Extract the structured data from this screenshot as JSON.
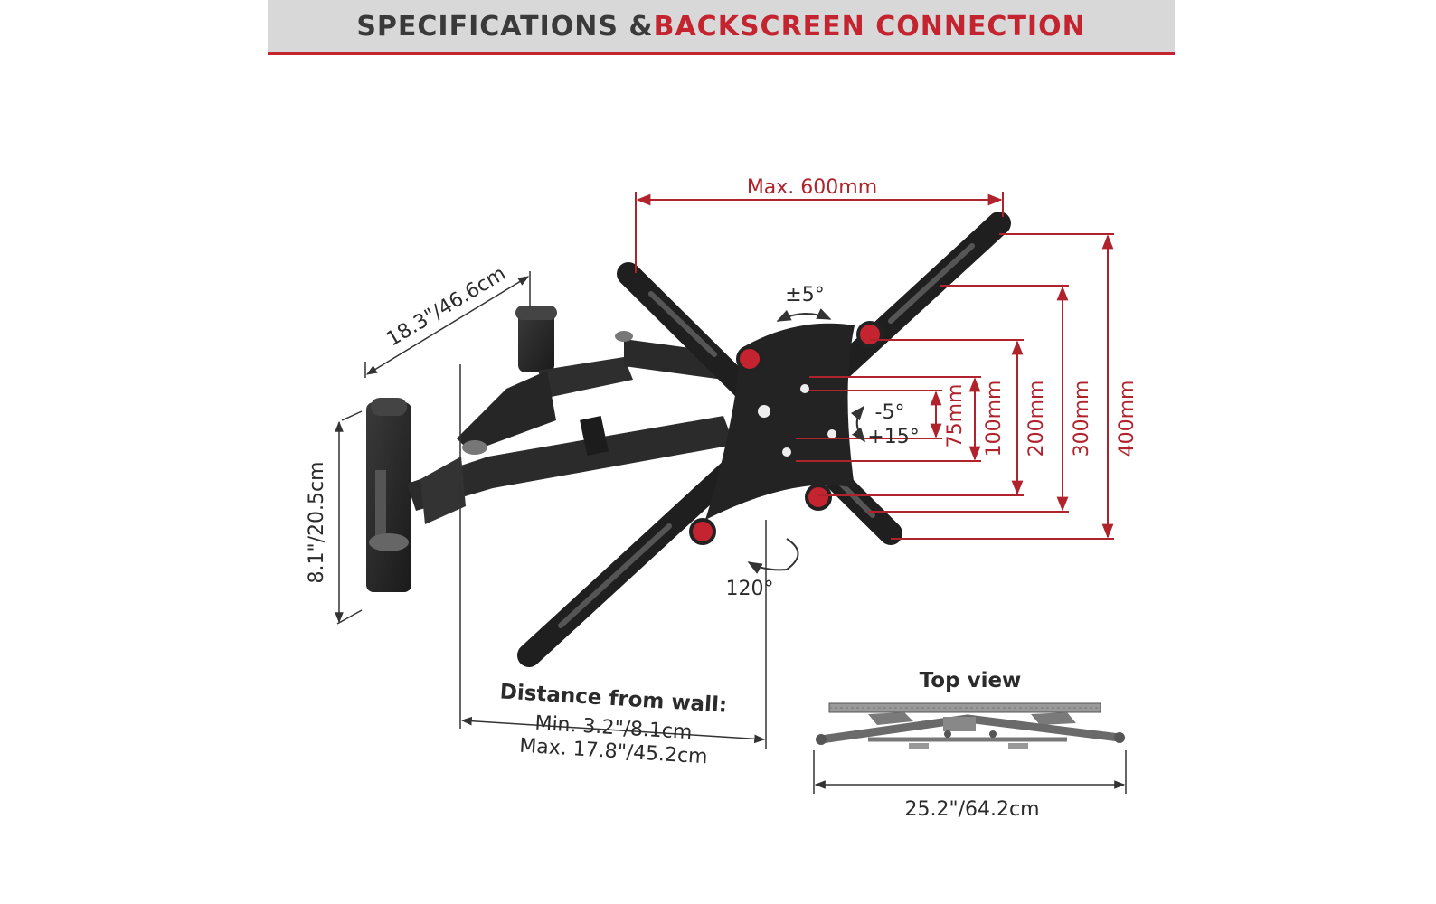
{
  "header": {
    "title_part1": "SPECIFICATIONS & ",
    "title_part2": "BACKSCREEN CONNECTION"
  },
  "labels": {
    "max_width": "Max. 600mm",
    "tilt_swivel": "±5°",
    "tilt_minus": "-5°",
    "tilt_plus": "+15°",
    "vesa_75": "75mm",
    "vesa_100": "100mm",
    "vesa_200": "200mm",
    "vesa_300": "300mm",
    "vesa_400": "400mm",
    "arm_length": "18.3\"/46.6cm",
    "wall_plate_height": "8.1\"/20.5cm",
    "swivel_angle": "120°",
    "distance_title": "Distance from wall:",
    "distance_min": "Min. 3.2\"/8.1cm",
    "distance_max": "Max. 17.8\"/45.2cm",
    "top_view_title": "Top view",
    "top_view_width": "25.2\"/64.2cm"
  },
  "colors": {
    "accent_red": "#c4242f",
    "dimension_red": "#b0232c",
    "metal_dark": "#2a2a2a",
    "banner_bg": "#d8d8d8"
  }
}
